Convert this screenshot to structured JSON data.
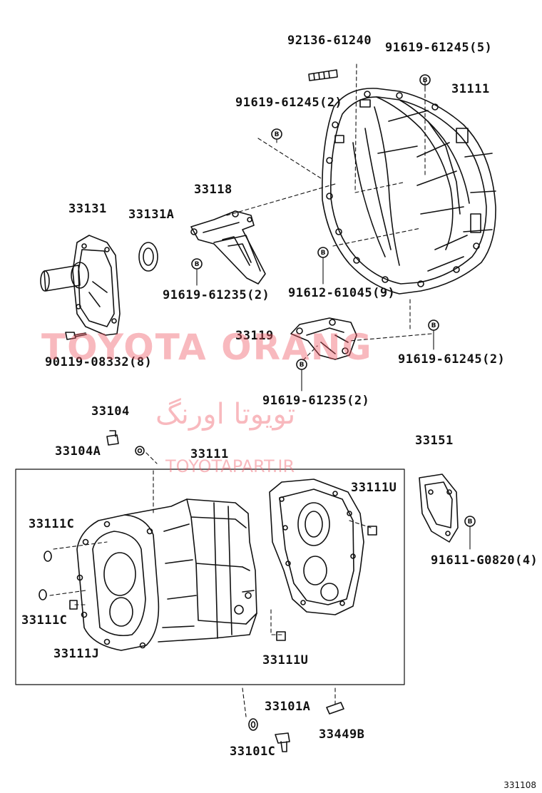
{
  "parts": {
    "p92136_61240": "92136-61240",
    "p91619_61245_5": "91619-61245(5)",
    "p31111": "31111",
    "p91619_61245_2_top": "91619-61245(2)",
    "p33118": "33118",
    "p33131": "33131",
    "p33131A": "33131A",
    "p91619_61235_2_a": "91619-61235(2)",
    "p91612_61045_9": "91612-61045(9)",
    "p33119": "33119",
    "p90119_08332_8": "90119-08332(8)",
    "p91619_61245_2_b": "91619-61245(2)",
    "p91619_61235_2_b": "91619-61235(2)",
    "p33104": "33104",
    "p33104A": "33104A",
    "p33111": "33111",
    "p33151": "33151",
    "p33111U_a": "33111U",
    "p33111C_a": "33111C",
    "p91611_G0820_4": "91611-G0820(4)",
    "p33111C_b": "33111C",
    "p33111J": "33111J",
    "p33111U_b": "33111U",
    "p33101A": "33101A",
    "p33449B": "33449B",
    "p33101C": "33101C"
  },
  "bolt_marker": "B",
  "watermark": {
    "latin": "TOYOTA ORANG",
    "persian": "تویوتا اورنگ",
    "site": "TOYOTAPART.IR",
    "color": "#f05a66"
  },
  "diagram_code": "331108"
}
